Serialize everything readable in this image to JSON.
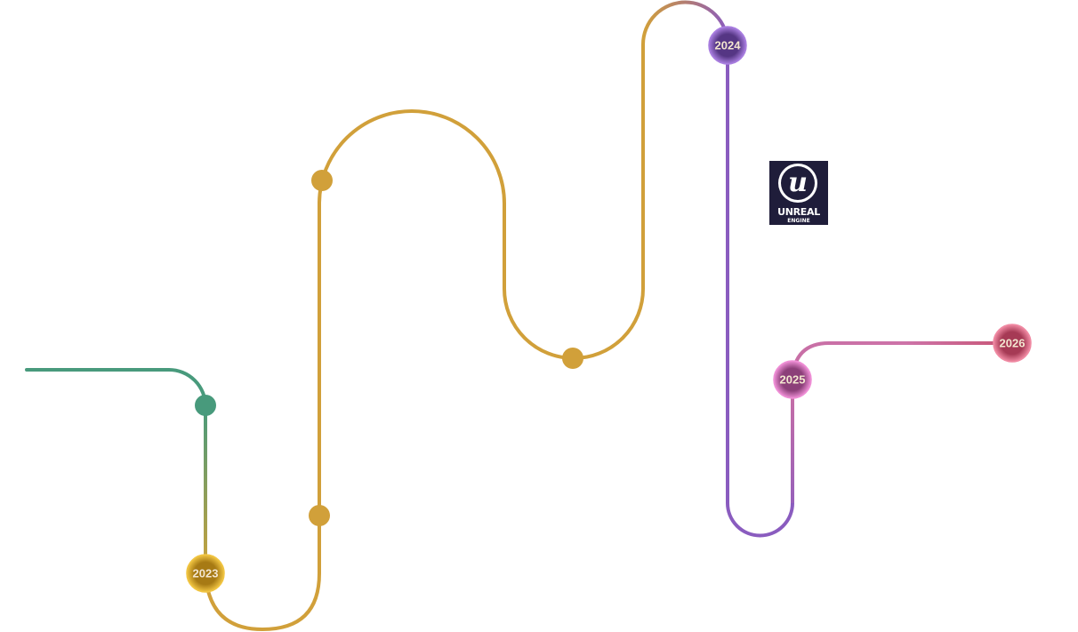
{
  "title": "Roadmap Timeline",
  "colors": {
    "green": "#489a7c",
    "gold": "#d1a03a",
    "purple": "#8a5cbf",
    "pink": "#c86fa6",
    "rose": "#b84e6a"
  },
  "milestones": [
    {
      "year": "2023",
      "color": "#a77a14",
      "ring": "#f1c542"
    },
    {
      "year": "2024",
      "color": "#553684",
      "ring": "#a97ee0"
    },
    {
      "year": "2025",
      "color": "#8c3f79",
      "ring": "#ef8fd6"
    },
    {
      "year": "2026",
      "color": "#a63a55",
      "ring": "#f08aa3"
    }
  ],
  "checkpoints": [
    {
      "name": "green-start-dot",
      "color": "#489a7c"
    },
    {
      "name": "gold-dot-1",
      "color": "#d1a03a"
    },
    {
      "name": "gold-dot-2",
      "color": "#d1a03a"
    },
    {
      "name": "gold-dot-3",
      "color": "#d1a03a"
    }
  ],
  "logo": {
    "icon": "unreal-engine-logo",
    "glyph": "u",
    "brand": "UNREAL",
    "sub": "ENGINE"
  }
}
